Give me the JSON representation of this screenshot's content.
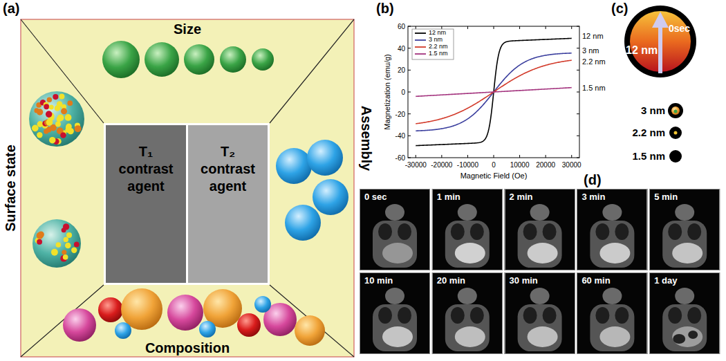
{
  "diagram": {
    "nodes": [
      {
        "text": [
          "T₁ contrast agent"
        ]
      },
      {
        "text": [
          "T₂ contrast agent"
        ]
      },
      {
        "text": [
          "12 nm",
          "0sec"
        ]
      },
      {
        "text": [
          "0 sec"
        ]
      },
      {
        "text": [
          "1 min"
        ]
      },
      {
        "text": [
          "2 min"
        ]
      },
      {
        "text": [
          "3 min"
        ]
      },
      {
        "text": [
          "5 min"
        ]
      },
      {
        "text": [
          "10 min"
        ]
      },
      {
        "text": [
          "20 min"
        ]
      },
      {
        "text": [
          "30 min"
        ]
      },
      {
        "text": [
          "60 min"
        ]
      },
      {
        "text": [
          "1 day"
        ]
      }
    ],
    "labels": [
      "(a)",
      "Size",
      "Assembly",
      "Composition",
      "Surface state",
      "(b)",
      "60",
      "40",
      "20",
      "0",
      "-20",
      "-40",
      "-60",
      "-30000",
      "-20000",
      "-10000",
      "0",
      "10000",
      "20000",
      "30000",
      "Magnetization (emu/g)",
      "Magnetic Field (Oe)",
      "12 nm",
      "3 nm",
      "2.2 nm",
      "1.5 nm",
      "(c)",
      "3 nm",
      "2.2 nm",
      "1.5 nm",
      "(d)"
    ],
    "legend": [
      {
        "text": "12 nm",
        "color": "#000000"
      },
      {
        "text": "3 nm",
        "color": "#3b3f9e"
      },
      {
        "text": "2.2 nm",
        "color": "#d23a2a"
      },
      {
        "text": "1.5 nm",
        "color": "#a3337e"
      }
    ]
  }
}
